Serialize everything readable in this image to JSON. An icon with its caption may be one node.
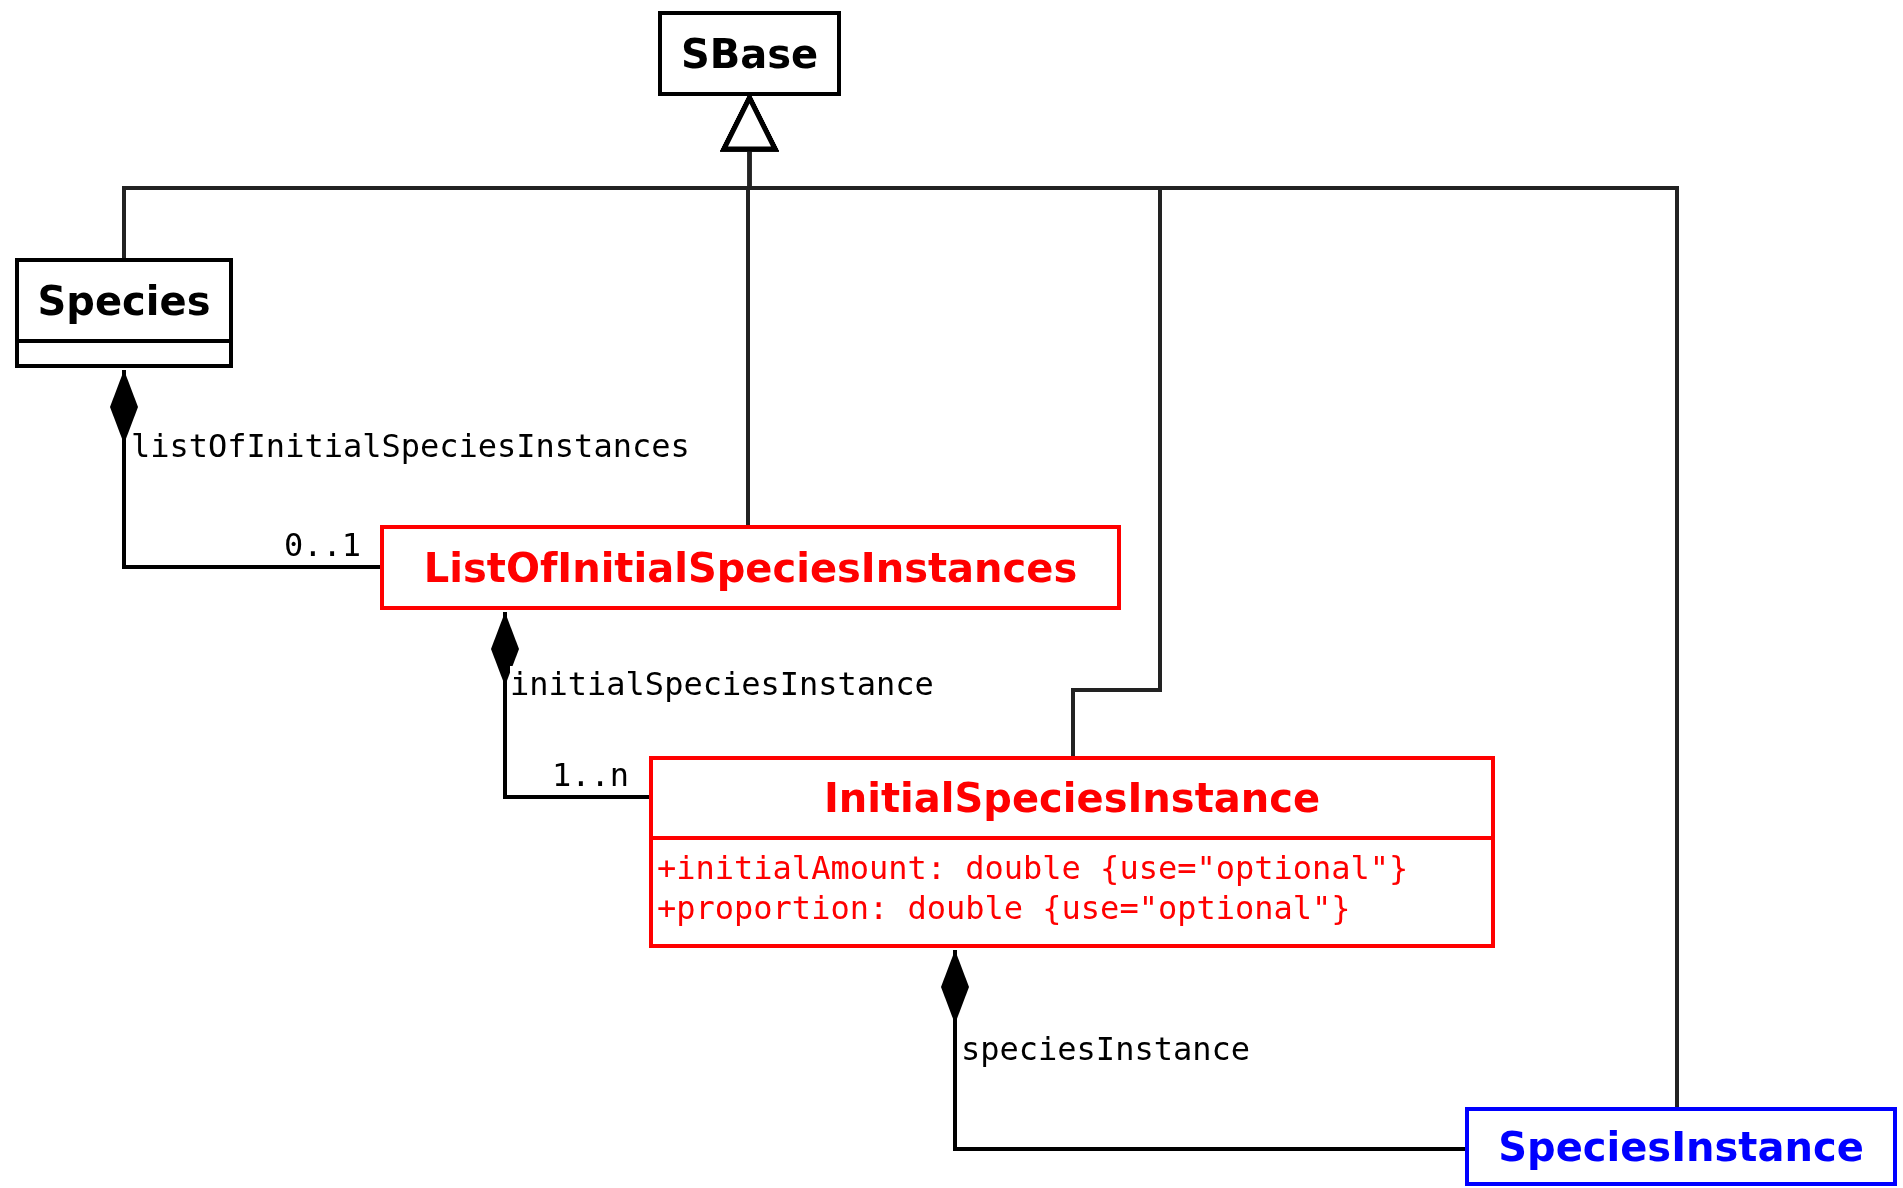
{
  "diagram": {
    "nodes": [
      {
        "text": [
          "SBase"
        ]
      },
      {
        "text": [
          "Species"
        ]
      },
      {
        "text": [
          "ListOfInitialSpeciesInstances"
        ]
      },
      {
        "text": [
          "InitialSpeciesInstance",
          "+initialAmount: double {use=\"optional\"}",
          "+proportion: double {use=\"optional\"}"
        ]
      },
      {
        "text": [
          "SpeciesInstance"
        ]
      }
    ],
    "edges": [
      {
        "from": 1,
        "to": 0,
        "arrow": "to"
      },
      {
        "from": 2,
        "to": 0,
        "arrow": "to"
      },
      {
        "from": 3,
        "to": 0,
        "arrow": "to"
      },
      {
        "from": 4,
        "to": 0,
        "arrow": "to"
      },
      {
        "from": 1,
        "to": 2,
        "arrow": "other",
        "label": "listOfInitialSpeciesInstances"
      },
      {
        "from": 2,
        "to": 3,
        "arrow": "other",
        "label": "initialSpeciesInstance"
      },
      {
        "from": 3,
        "to": 4,
        "arrow": "other",
        "label": "speciesInstance"
      }
    ],
    "labels": [
      "0..1",
      "1..n"
    ]
  }
}
